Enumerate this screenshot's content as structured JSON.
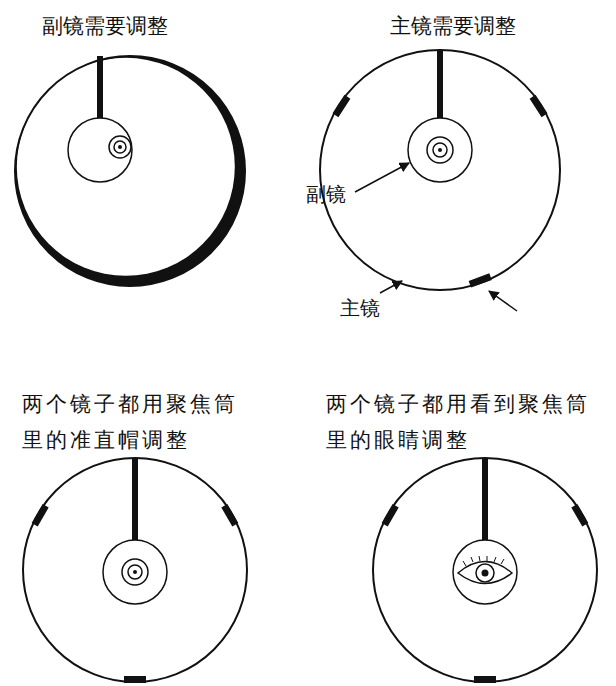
{
  "diagram": {
    "labels": [
      "副镜需要调整",
      "主镜需要调整",
      "副镜",
      "主镜",
      "两个镜子都用聚焦筒里的准直帽调整",
      "两个镜子都用看到聚焦筒里的眼睛调整"
    ]
  }
}
